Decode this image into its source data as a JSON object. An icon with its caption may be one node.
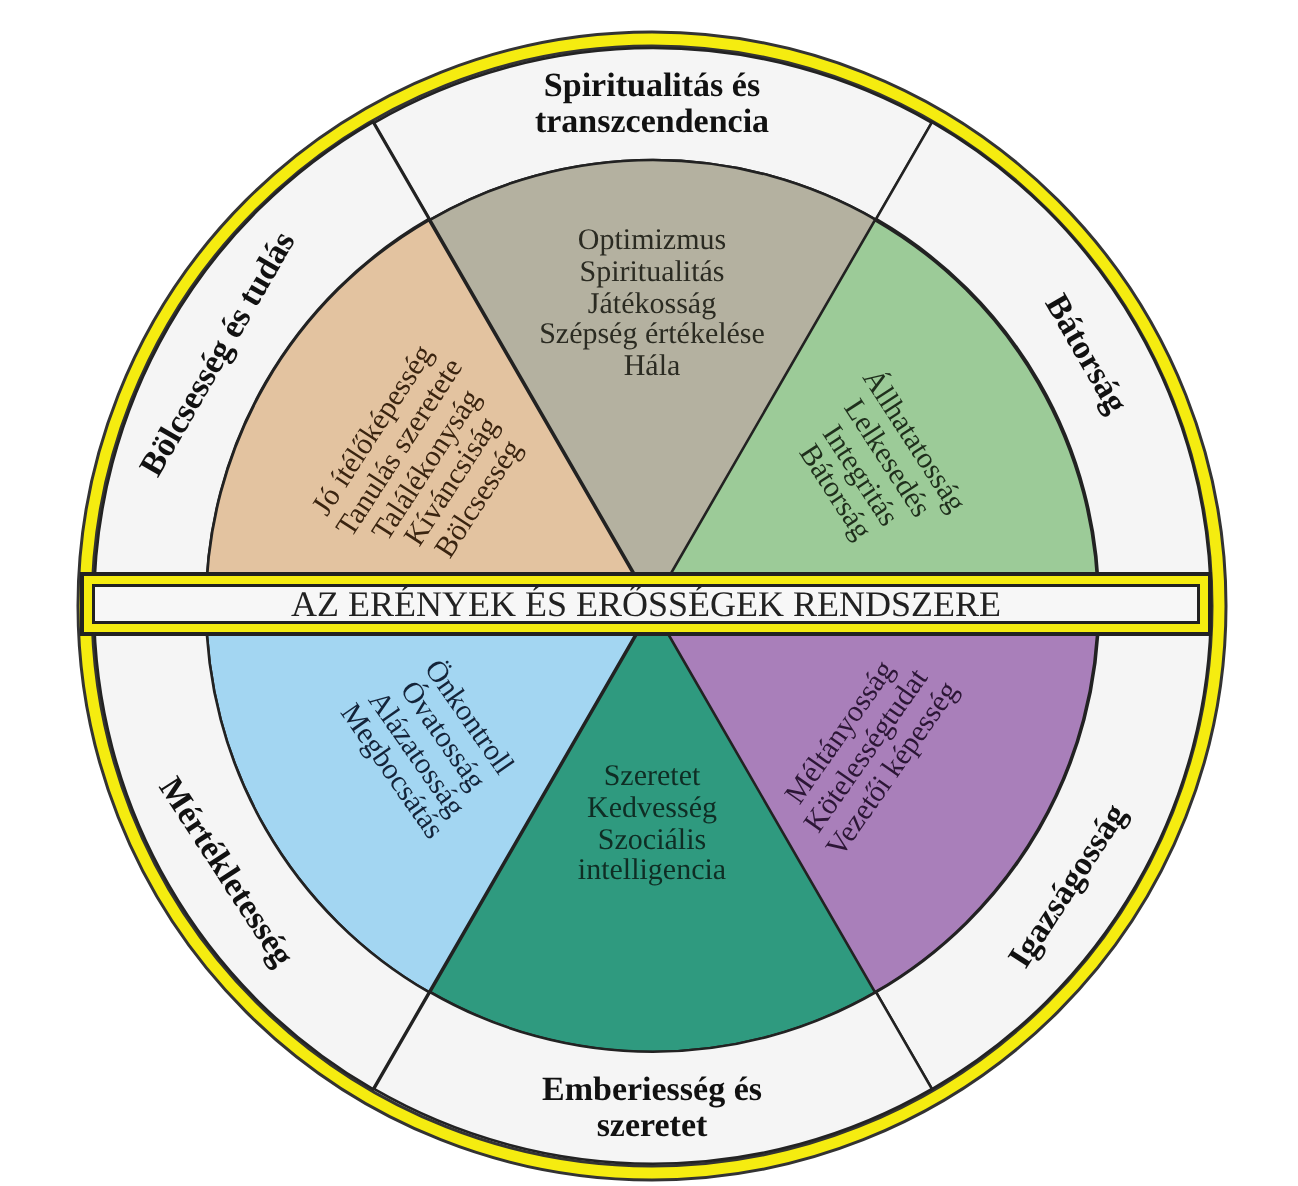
{
  "diagram": {
    "nodes": [
      {
        "text": [
          "Spiritualitás és transzcendencia"
        ]
      },
      {
        "text": [
          "Bölcsesség és tudás"
        ]
      },
      {
        "text": [
          "Bátorság"
        ]
      },
      {
        "text": [
          "Optimizmus",
          "Spiritualitás",
          "Játékosság",
          "Szépség értékelése",
          "Hála"
        ]
      },
      {
        "text": [
          "Jó ítélőképesség",
          "Tanulás szeretete",
          "Találékonyság",
          "Kíváncsiság",
          "Bölcsesség"
        ]
      },
      {
        "text": [
          "Állhatatosság",
          "Lelkesedés",
          "Integritás",
          "Bátorság"
        ]
      },
      {
        "text": [
          "AZ ERÉNYEK ÉS ERŐSSÉGEK RENDSZERE"
        ]
      },
      {
        "text": [
          "Önkontroll",
          "Óvatosság",
          "Alázatosság",
          "Megbocsátás"
        ]
      },
      {
        "text": [
          "Szeretet",
          "Kedvesség",
          "Szociális intelligencia"
        ]
      },
      {
        "text": [
          "Méltányosság",
          "Kötelességtudat",
          "Vezetői képesség"
        ]
      },
      {
        "text": [
          "Mértékletesség"
        ]
      },
      {
        "text": [
          "Igazságosság"
        ]
      },
      {
        "text": [
          "Emberiesség és szeretet"
        ]
      }
    ],
    "edges": []
  }
}
